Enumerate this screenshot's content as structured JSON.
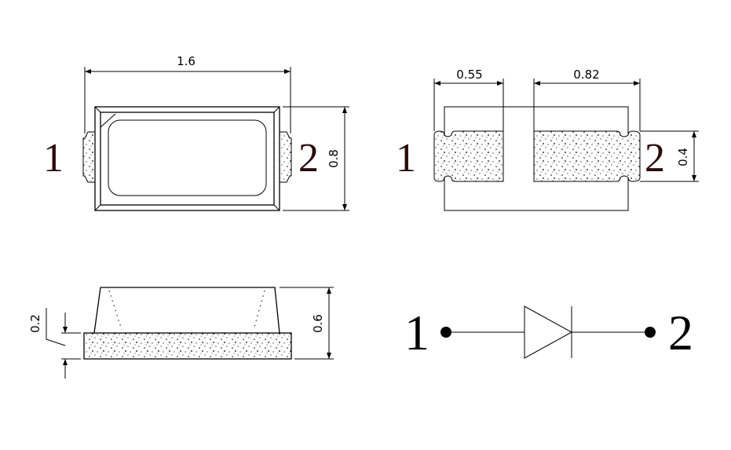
{
  "top_view": {
    "width_dim": "1.6",
    "height_dim": "0.8",
    "pin1": "1",
    "pin2": "2"
  },
  "footprint": {
    "pad1_dim": "0.55",
    "pad2_dim": "0.82",
    "pad_height_dim": "0.4",
    "pin1": "1",
    "pin2": "2"
  },
  "side_view": {
    "base_dim": "0.2",
    "total_height_dim": "0.6"
  },
  "schematic": {
    "pin1": "1",
    "pin2": "2",
    "symbol": "diode"
  }
}
